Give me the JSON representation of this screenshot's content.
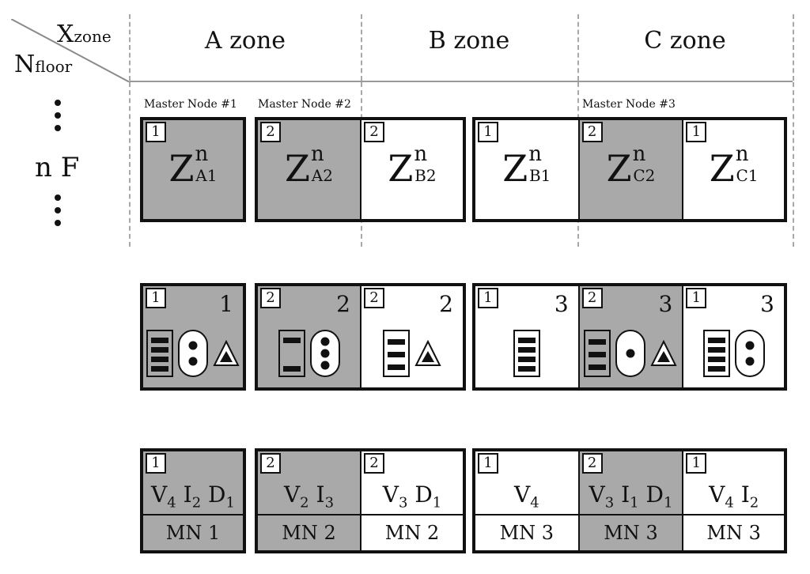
{
  "header": {
    "corner_x": "X",
    "corner_x_sub": "zone",
    "corner_n": "N",
    "corner_n_sub": "floor",
    "zones": [
      "A zone",
      "B zone",
      "C zone"
    ]
  },
  "floor_label": "n F",
  "master_nodes": [
    "Master Node #1",
    "Master Node #2",
    "Master Node #3"
  ],
  "zone_row": {
    "cells": [
      {
        "badge": "1",
        "z": "Z",
        "sup": "n",
        "sub": "A1",
        "shade": "gray"
      },
      {
        "badge": "2",
        "z": "Z",
        "sup": "n",
        "sub": "A2",
        "shade": "gray"
      },
      {
        "badge": "2",
        "z": "Z",
        "sup": "n",
        "sub": "B2",
        "shade": "white"
      },
      {
        "badge": "1",
        "z": "Z",
        "sup": "n",
        "sub": "B1",
        "shade": "white"
      },
      {
        "badge": "2",
        "z": "Z",
        "sup": "n",
        "sub": "C2",
        "shade": "gray"
      },
      {
        "badge": "1",
        "z": "Z",
        "sup": "n",
        "sub": "C1",
        "shade": "white"
      }
    ]
  },
  "icon_row": {
    "cells": [
      {
        "badge": "1",
        "count": "1",
        "shade": "gray",
        "bars": 4,
        "dots": 2,
        "triangle": true
      },
      {
        "badge": "2",
        "count": "2",
        "shade": "gray",
        "bars": 2,
        "dots": 3,
        "triangle": false
      },
      {
        "badge": "2",
        "count": "2",
        "shade": "white",
        "bars": 3,
        "dots": 0,
        "triangle": true
      },
      {
        "badge": "1",
        "count": "3",
        "shade": "white",
        "bars": 4,
        "dots": 0,
        "triangle": false
      },
      {
        "badge": "2",
        "count": "3",
        "shade": "gray",
        "bars": 3,
        "dots": 1,
        "triangle": true
      },
      {
        "badge": "1",
        "count": "3",
        "shade": "white",
        "bars": 4,
        "dots": 2,
        "triangle": false
      }
    ]
  },
  "formula_row": {
    "cells": [
      {
        "badge": "1",
        "shade": "gray",
        "terms": [
          [
            "V",
            "4"
          ],
          [
            "I",
            "2"
          ],
          [
            "D",
            "1"
          ]
        ],
        "mn": "MN 1"
      },
      {
        "badge": "2",
        "shade": "gray",
        "terms": [
          [
            "V",
            "2"
          ],
          [
            "I",
            "3"
          ]
        ],
        "mn": "MN 2"
      },
      {
        "badge": "2",
        "shade": "white",
        "terms": [
          [
            "V",
            "3"
          ],
          [
            "D",
            "1"
          ]
        ],
        "mn": "MN 2"
      },
      {
        "badge": "1",
        "shade": "white",
        "terms": [
          [
            "V",
            "4"
          ]
        ],
        "mn": "MN 3"
      },
      {
        "badge": "2",
        "shade": "gray",
        "terms": [
          [
            "V",
            "3"
          ],
          [
            "I",
            "1"
          ],
          [
            "D",
            "1"
          ]
        ],
        "mn": "MN 3"
      },
      {
        "badge": "1",
        "shade": "white",
        "terms": [
          [
            "V",
            "4"
          ],
          [
            "I",
            "2"
          ]
        ],
        "mn": "MN 3"
      }
    ]
  },
  "colors": {
    "gray": "#a9a9a9",
    "white": "#ffffff",
    "line": "#111111"
  }
}
